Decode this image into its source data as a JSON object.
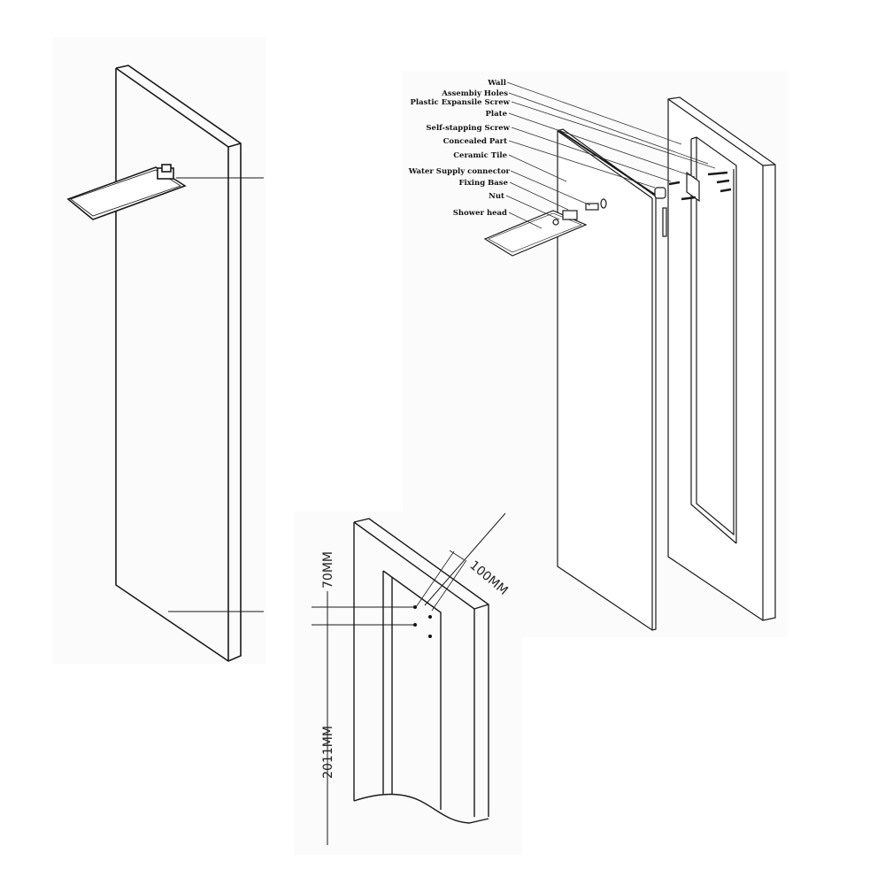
{
  "figure": {
    "type": "installation-diagram",
    "subject": "wall-mounted rainfall shower head installation",
    "panels": [
      {
        "id": "overview",
        "description": "Shower head mounted on wall panel, side view with leader lines"
      },
      {
        "id": "exploded",
        "description": "Exploded assembly of shower head onto wall"
      },
      {
        "id": "dimensions",
        "description": "Mounting hole dimensions on wall"
      }
    ]
  },
  "exploded_labels": [
    "Wall",
    "Assembiy Holes",
    "Plastic Expansile Screw",
    "Plate",
    "Self-stapping Screw",
    "Concealed Part",
    "Ceramic Tile",
    "Water Supply connector",
    "Fixing Base",
    "Nut",
    "Shower head"
  ],
  "dimensions": {
    "hole_spacing_vertical": "70MM",
    "hole_spacing_horizontal": "100MM",
    "mounting_height": "2011MM"
  },
  "colors": {
    "line": "#1a1a1a",
    "background": "#ffffff",
    "panel_bg": "#fafafa"
  }
}
